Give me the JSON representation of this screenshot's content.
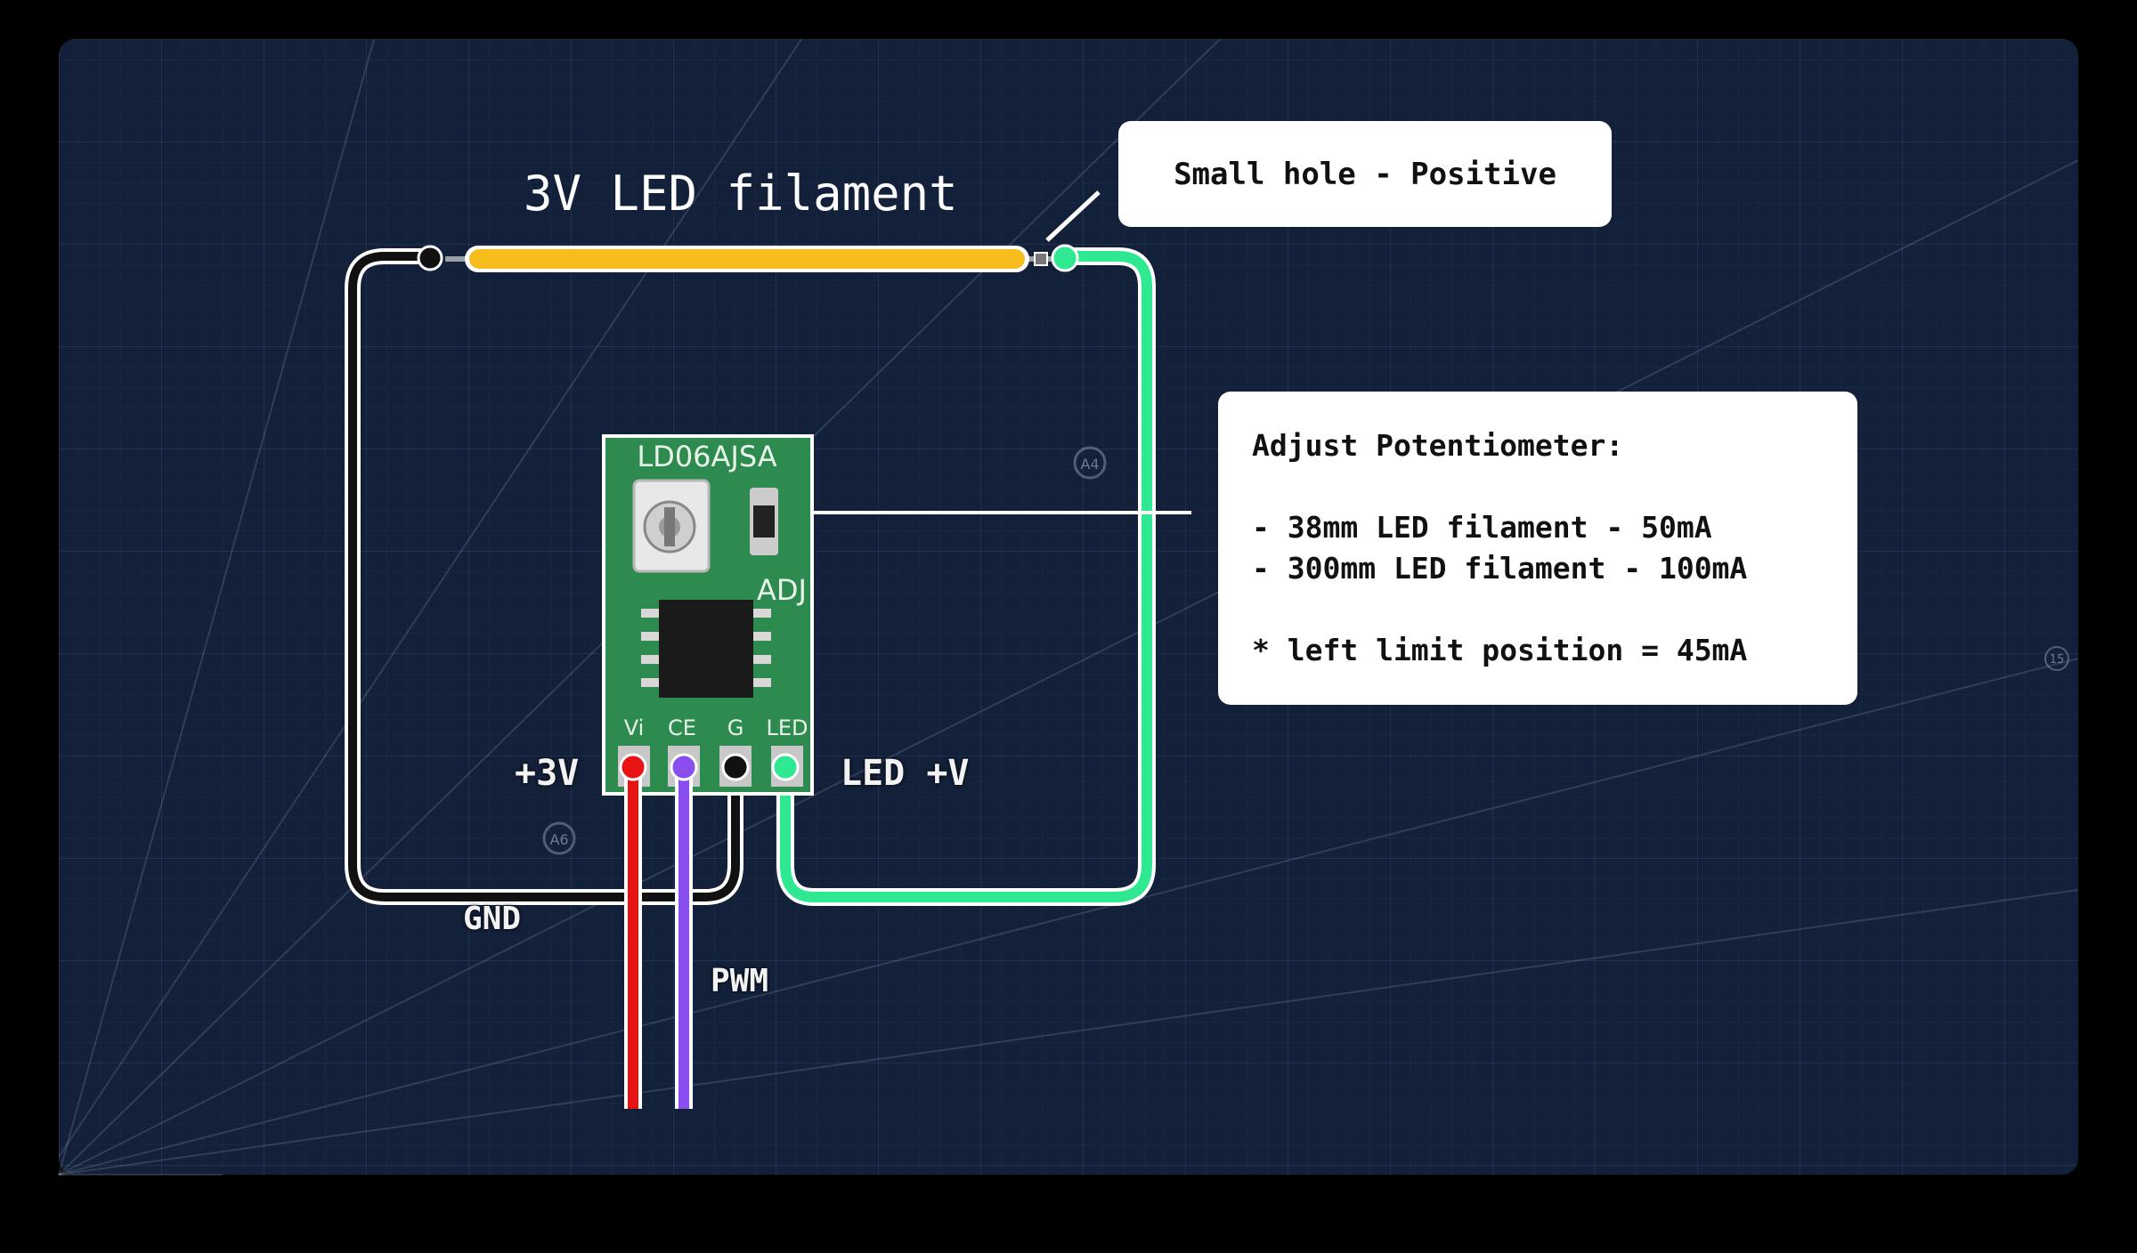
{
  "diagram": {
    "title": "3V LED filament",
    "callout_hole": "Small hole - Positive",
    "callout_pot": {
      "heading": "Adjust Potentiometer:",
      "lines": [
        "- 38mm LED filament - 50mA",
        "- 300mm LED filament - 100mA"
      ],
      "note": "* left limit position = 45mA"
    },
    "module": {
      "name": "LD06AJSA",
      "adj": "ADJ",
      "pins": [
        "Vi",
        "CE",
        "G",
        "LED"
      ]
    },
    "labels": {
      "plus_3v": "+3V",
      "led_plus_v": "LED +V",
      "gnd": "GND",
      "pwm": "PWM"
    },
    "markers": [
      "A4",
      "A6",
      "15"
    ],
    "colors": {
      "background": "#132039",
      "filament": "#f7bd1c",
      "wire_gnd": "#111111",
      "wire_led": "#2ee892",
      "wire_vin": "#e81414",
      "wire_ce": "#8a4df0",
      "pcb": "#2e8b4f"
    }
  }
}
